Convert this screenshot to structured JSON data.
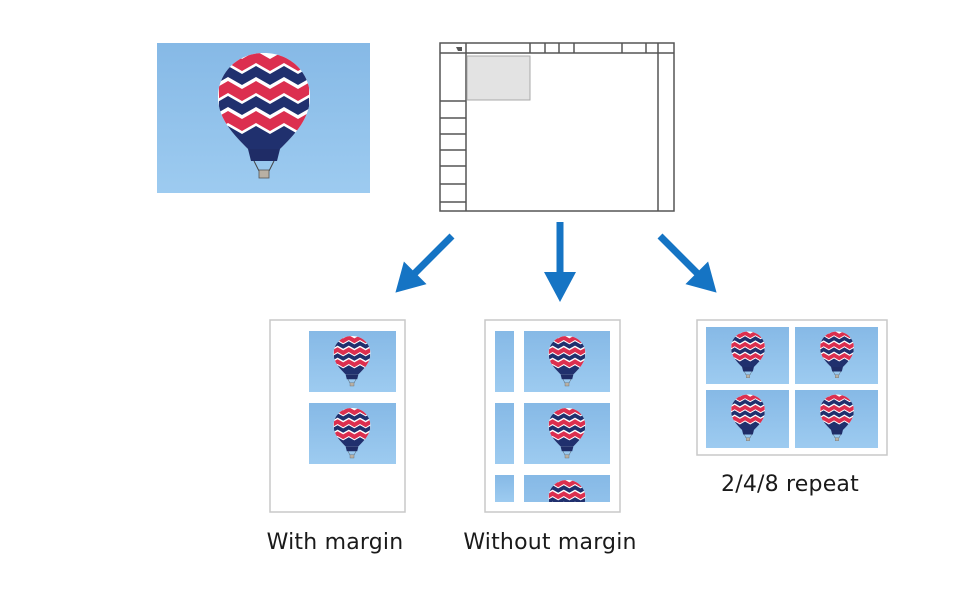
{
  "labels": {
    "with_margin": "With margin",
    "without_margin": "Without margin",
    "repeat": "2/4/8 repeat"
  },
  "colors": {
    "sky": "#8dbde8",
    "sky_light": "#a6cdef",
    "arrow": "#1574c4",
    "balloon_red": "#dc2f4f",
    "balloon_navy": "#20306e",
    "balloon_white": "#ffffff",
    "frame": "#555555",
    "paper_border": "#c8c8c8",
    "glass_panel": "#e3e3e3"
  },
  "icons": {
    "source_photo": "hot-air-balloon-photo",
    "scanner": "copier-glass-icon",
    "arrow": "down-arrow-icon"
  }
}
